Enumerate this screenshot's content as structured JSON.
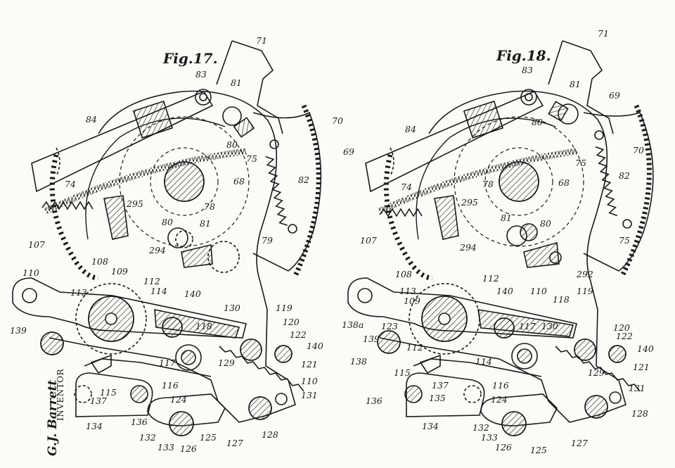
{
  "figures": [
    {
      "id": "fig17",
      "title": "Fig.17.",
      "labels": [
        "71",
        "83",
        "81",
        "84",
        "80",
        "70",
        "69",
        "75",
        "68",
        "82",
        "74",
        "78",
        "295",
        "80",
        "81",
        "294",
        "79",
        "107",
        "108",
        "109",
        "110",
        "112",
        "113",
        "114",
        "140",
        "130",
        "119",
        "118",
        "120",
        "122",
        "139",
        "140",
        "117",
        "129",
        "121",
        "110",
        "116",
        "131",
        "115",
        "137",
        "136",
        "124",
        "134",
        "132",
        "133",
        "126",
        "125",
        "127",
        "128"
      ]
    },
    {
      "id": "fig18",
      "title": "Fig.18.",
      "labels": [
        "71",
        "83",
        "81",
        "69",
        "80",
        "84",
        "70",
        "75",
        "82",
        "78",
        "68",
        "74",
        "295",
        "81",
        "80",
        "107",
        "294",
        "75",
        "292",
        "108",
        "112",
        "113",
        "110",
        "119",
        "109",
        "118",
        "140",
        "117",
        "130",
        "120",
        "122",
        "138a",
        "123",
        "139",
        "140",
        "138",
        "112",
        "114",
        "129",
        "121",
        "115",
        "137",
        "116",
        "131",
        "136",
        "135",
        "124",
        "128",
        "134",
        "132",
        "133",
        "126",
        "125",
        "127"
      ]
    }
  ],
  "inventor": {
    "label": "INVENTOR",
    "name": "G.J. Barrett"
  }
}
